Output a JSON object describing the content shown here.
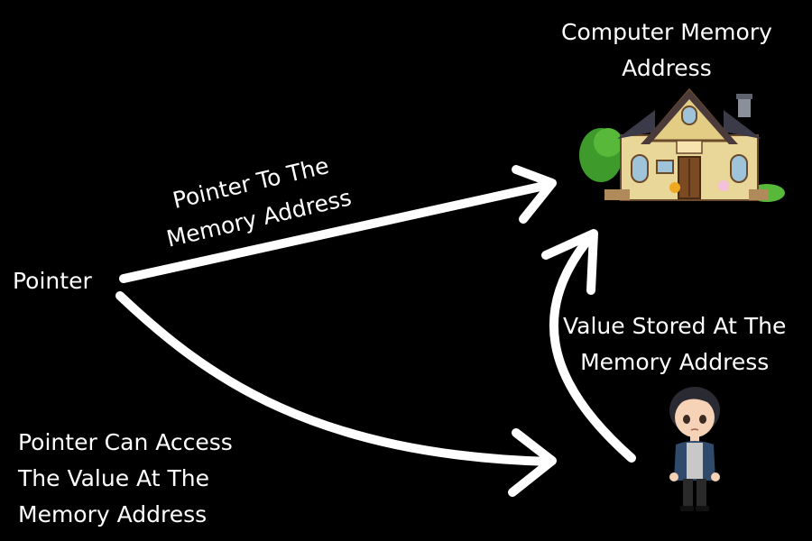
{
  "labels": {
    "pointer": "Pointer",
    "arrow_to_address": [
      "Pointer To The",
      "Memory Address"
    ],
    "computer_memory": [
      "Computer Memory",
      "Address"
    ],
    "value_stored": [
      "Value Stored At The",
      "Memory Address"
    ],
    "pointer_access": [
      "Pointer Can Access",
      "The Value At The",
      "Memory Address"
    ]
  },
  "icons": {
    "house": "house-illustration",
    "person": "boy-character-illustration"
  },
  "colors": {
    "background": "#000000",
    "text": "#ffffff",
    "arrow": "#ffffff"
  }
}
